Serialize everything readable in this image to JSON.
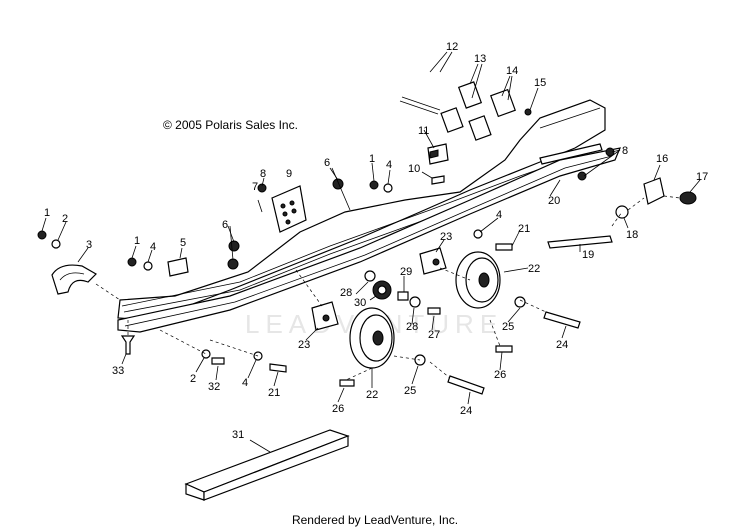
{
  "copyright": "© 2005 Polaris Sales Inc.",
  "credit": "Rendered by LeadVenture, Inc.",
  "watermark": "LEADVENTURE",
  "callouts": [
    {
      "id": "c12a",
      "text": "12"
    },
    {
      "id": "c13",
      "text": "13"
    },
    {
      "id": "c14",
      "text": "14"
    },
    {
      "id": "c15",
      "text": "15"
    },
    {
      "id": "c11",
      "text": "11"
    },
    {
      "id": "c8a",
      "text": "8"
    },
    {
      "id": "c9",
      "text": "9"
    },
    {
      "id": "c7",
      "text": "7"
    },
    {
      "id": "c6a",
      "text": "6"
    },
    {
      "id": "c1a",
      "text": "1"
    },
    {
      "id": "c4a",
      "text": "4"
    },
    {
      "id": "c10",
      "text": "10"
    },
    {
      "id": "c8b",
      "text": "8"
    },
    {
      "id": "c16",
      "text": "16"
    },
    {
      "id": "c17",
      "text": "17"
    },
    {
      "id": "c20",
      "text": "20"
    },
    {
      "id": "c18",
      "text": "18"
    },
    {
      "id": "c19",
      "text": "19"
    },
    {
      "id": "c1b",
      "text": "1"
    },
    {
      "id": "c2a",
      "text": "2"
    },
    {
      "id": "c3",
      "text": "3"
    },
    {
      "id": "c1c",
      "text": "1"
    },
    {
      "id": "c4b",
      "text": "4"
    },
    {
      "id": "c5",
      "text": "5"
    },
    {
      "id": "c6b",
      "text": "6"
    },
    {
      "id": "c4c",
      "text": "4"
    },
    {
      "id": "c21a",
      "text": "21"
    },
    {
      "id": "c23a",
      "text": "23"
    },
    {
      "id": "c22a",
      "text": "22"
    },
    {
      "id": "c29",
      "text": "29"
    },
    {
      "id": "c28a",
      "text": "28"
    },
    {
      "id": "c30",
      "text": "30"
    },
    {
      "id": "c28b",
      "text": "28"
    },
    {
      "id": "c27",
      "text": "27"
    },
    {
      "id": "c25a",
      "text": "25"
    },
    {
      "id": "c24a",
      "text": "24"
    },
    {
      "id": "c23b",
      "text": "23"
    },
    {
      "id": "c26a",
      "text": "26"
    },
    {
      "id": "c33",
      "text": "33"
    },
    {
      "id": "c2b",
      "text": "2"
    },
    {
      "id": "c32",
      "text": "32"
    },
    {
      "id": "c4d",
      "text": "4"
    },
    {
      "id": "c21b",
      "text": "21"
    },
    {
      "id": "c22b",
      "text": "22"
    },
    {
      "id": "c25b",
      "text": "25"
    },
    {
      "id": "c24b",
      "text": "24"
    },
    {
      "id": "c26b",
      "text": "26"
    },
    {
      "id": "c31",
      "text": "31"
    }
  ]
}
